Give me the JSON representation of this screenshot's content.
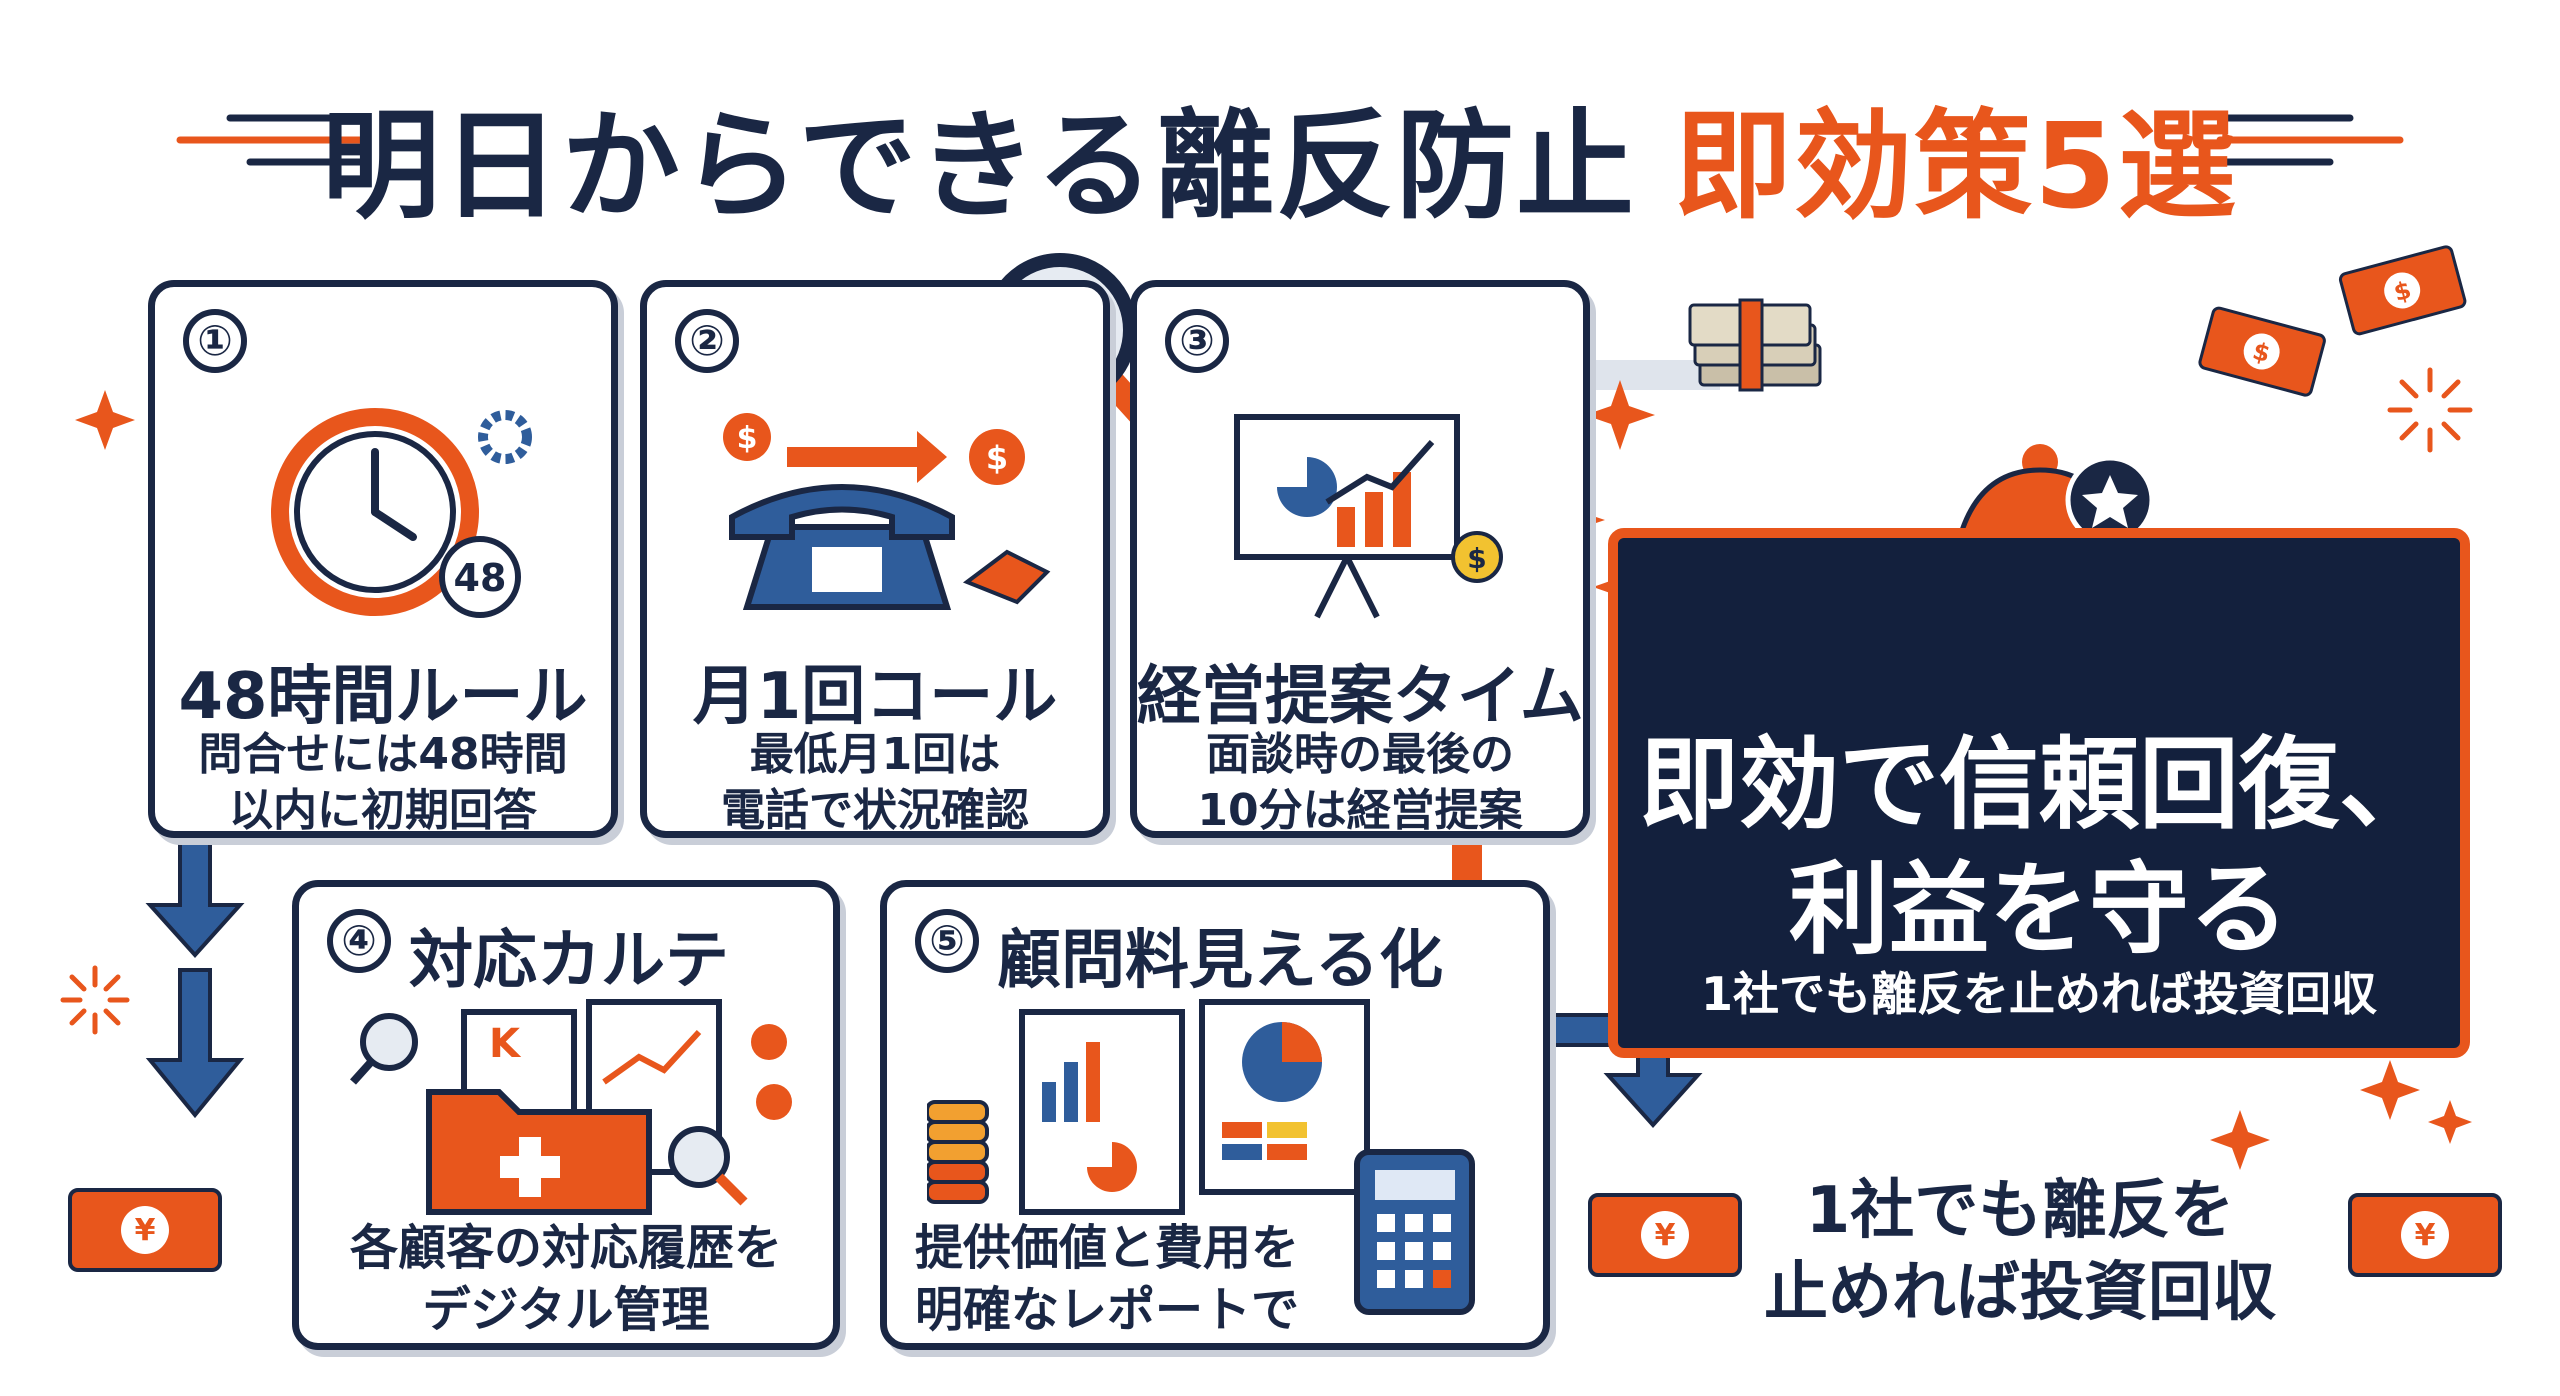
{
  "title": {
    "main": "明日からできる離反防止",
    "accent": "即効策5選"
  },
  "cards": [
    {
      "num": "①",
      "head": "48時間ルール",
      "desc1": "問合せには48時間",
      "desc2": "以内に初期回答",
      "badge": "48"
    },
    {
      "num": "②",
      "head": "月1回コール",
      "desc1": "最低月1回は",
      "desc2": "電話で状況確認"
    },
    {
      "num": "③",
      "head": "経営提案タイム",
      "desc1": "面談時の最後の",
      "desc2": "10分は経営提案"
    },
    {
      "num": "④",
      "head": "対応カルテ",
      "desc1": "各顧客の対応履歴を",
      "desc2": "デジタル管理",
      "folder_letter": "K"
    },
    {
      "num": "⑤",
      "head": "顧問料見える化",
      "desc1": "提供価値と費用を",
      "desc2": "明確なレポートで"
    }
  ],
  "panel": {
    "line1": "即効で信頼回復、",
    "line2": "利益を守る",
    "sub": "1社でも離反を止めれば投資回収"
  },
  "note": {
    "line1": "1社でも離反を",
    "line2": "止めれば投資回収"
  },
  "symbols": {
    "yen": "¥",
    "dollar": "$"
  },
  "colors": {
    "navy": "#1a2744",
    "orange": "#e8561c",
    "blue": "#2f5d9b"
  }
}
